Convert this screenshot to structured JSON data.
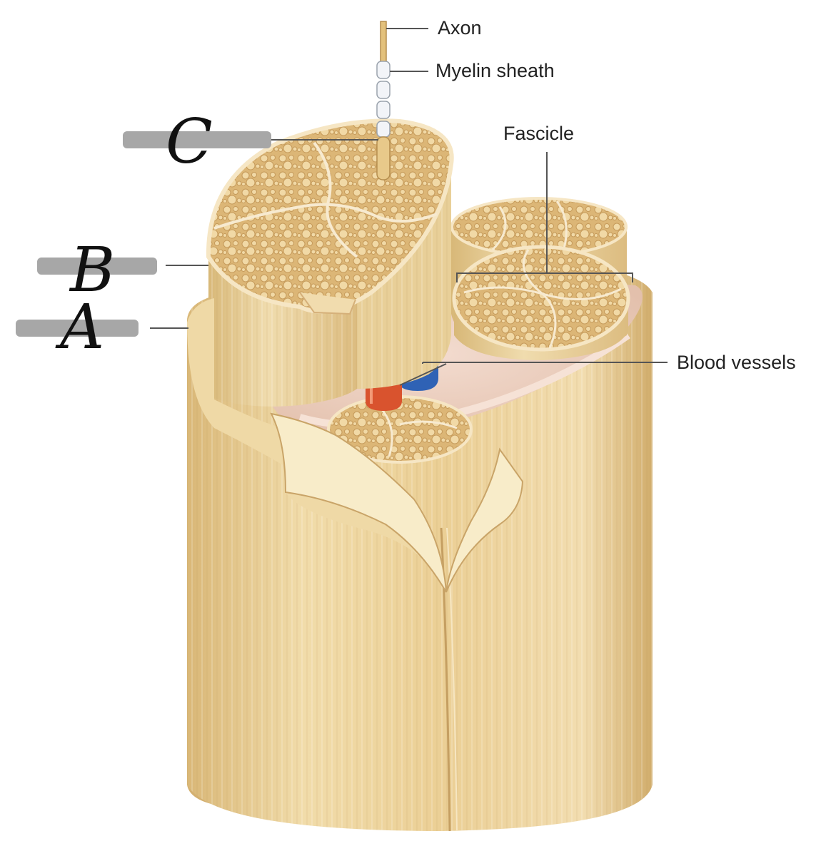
{
  "labels": {
    "axon": "Axon",
    "myelin_sheath": "Myelin sheath",
    "fascicle": "Fascicle",
    "blood_vessels": "Blood vessels"
  },
  "handwritten": {
    "a": "A",
    "b": "B",
    "c": "C"
  },
  "colors": {
    "tissue": "#e9cf98",
    "tissue_dark": "#c9a468",
    "tissue_light": "#f4e2b8",
    "perineurium_pink": "#ecd0c0",
    "vein_blue": "#2f62b5",
    "artery_red": "#d9532e",
    "redaction_gray": "#a7a7a7",
    "leader_line": "#555555"
  }
}
